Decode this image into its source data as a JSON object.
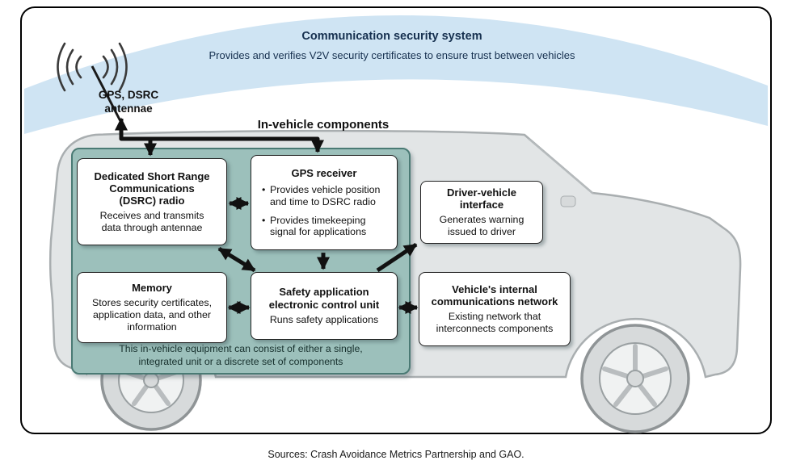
{
  "band": {
    "title": "Communication security system",
    "subtitle": "Provides and verifies V2V security certificates to ensure trust between vehicles"
  },
  "labels": {
    "antenna": "GPS, DSRC\nantennae",
    "in_vehicle_heading": "In-vehicle components",
    "group_caption": "This in-vehicle equipment can consist of either a single, integrated unit or a discrete set of components",
    "source_note": "Sources: Crash Avoidance Metrics Partnership and GAO."
  },
  "boxes": [
    {
      "id": "dsrc-radio",
      "title": "Dedicated Short Range Communications (DSRC) radio",
      "body": "Receives and transmits data through antennae"
    },
    {
      "id": "gps-receiver",
      "title": "GPS receiver",
      "bullets": [
        "Provides vehicle position and time to DSRC radio",
        "Provides timekeeping signal for applications"
      ]
    },
    {
      "id": "driver-vehicle-interface",
      "title": "Driver-vehicle interface",
      "body": "Generates warning issued to driver"
    },
    {
      "id": "memory",
      "title": "Memory",
      "body": "Stores security certificates, application data, and other information"
    },
    {
      "id": "safety-ecu",
      "title": "Safety application electronic control unit",
      "body": "Runs safety applications"
    },
    {
      "id": "vehicle-network",
      "title": "Vehicle's internal communications network",
      "body": "Existing network that interconnects components"
    }
  ],
  "colors": {
    "band_fill": "#cfe4f3",
    "band_text": "#16304f",
    "group_fill": "#9cc0bb",
    "group_border": "#4a7a74",
    "car_fill": "#e2e5e6",
    "car_stroke": "#a9aeb0",
    "arrow": "#111111"
  }
}
